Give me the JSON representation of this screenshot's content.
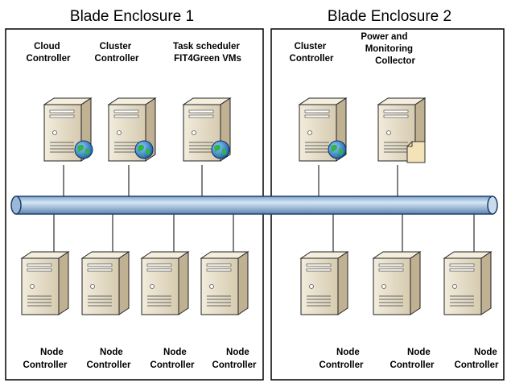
{
  "enclosures": [
    {
      "title": "Blade Enclosure 1"
    },
    {
      "title": "Blade Enclosure 2"
    }
  ],
  "top_servers": [
    {
      "lines": [
        "Cloud",
        "Controller"
      ],
      "badge": "globe-icon"
    },
    {
      "lines": [
        "Cluster",
        "Controller"
      ],
      "badge": "globe-icon"
    },
    {
      "lines": [
        "Task scheduler",
        "FIT4Green VMs"
      ],
      "badge": "globe-icon"
    },
    {
      "lines": [
        "Cluster",
        "Controller"
      ],
      "badge": "globe-icon"
    },
    {
      "lines": [
        "Power and",
        "Monitoring",
        "Collector"
      ],
      "badge": "card-icon"
    }
  ],
  "node_servers": [
    {
      "lines": [
        "Node",
        "Controller"
      ]
    },
    {
      "lines": [
        "Node",
        "Controller"
      ]
    },
    {
      "lines": [
        "Node",
        "Controller"
      ]
    },
    {
      "lines": [
        "Node",
        "Controller"
      ]
    },
    {
      "lines": [
        "Node",
        "Controller"
      ]
    },
    {
      "lines": [
        "Node",
        "Controller"
      ]
    },
    {
      "lines": [
        "Node",
        "Controller"
      ]
    }
  ],
  "colors": {
    "pipe": "#a9c4e0",
    "pipe_stroke": "#1f3f66",
    "server_body": "#e6dcc4",
    "server_side": "#c9bc9c",
    "globe": "#2d7fd6",
    "globe_land": "#2ea84a"
  }
}
